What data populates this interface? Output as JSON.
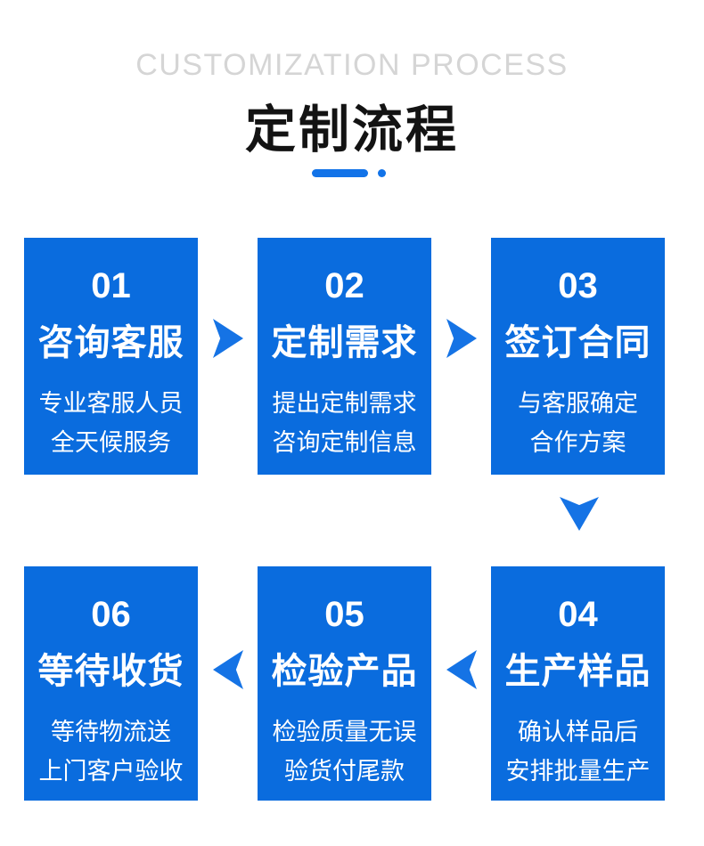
{
  "header": {
    "subtitle_en": "CUSTOMIZATION PROCESS",
    "title_zh": "定制流程"
  },
  "colors": {
    "box_blue": "#0a6cde",
    "arrow_blue": "#1573e5",
    "underline_blue": "#1273e8",
    "subtitle_gray": "#d5d5d5",
    "title_black": "#131313",
    "text_white": "#ffffff",
    "page_bg": "#ffffff"
  },
  "rows": [
    {
      "arrow_direction": "right",
      "steps": [
        {
          "number": "01",
          "title": "咨询客服",
          "lines": [
            "专业客服人员",
            "全天候服务"
          ]
        },
        {
          "number": "02",
          "title": "定制需求",
          "lines": [
            "提出定制需求",
            "咨询定制信息"
          ]
        },
        {
          "number": "03",
          "title": "签订合同",
          "lines": [
            "与客服确定",
            "合作方案"
          ]
        }
      ]
    },
    {
      "arrow_direction": "left",
      "steps": [
        {
          "number": "06",
          "title": "等待收货",
          "lines": [
            "等待物流送",
            "上门客户验收"
          ]
        },
        {
          "number": "05",
          "title": "检验产品",
          "lines": [
            "检验质量无误",
            "验货付尾款"
          ]
        },
        {
          "number": "04",
          "title": "生产样品",
          "lines": [
            "确认样品后",
            "安排批量生产"
          ]
        }
      ]
    }
  ]
}
